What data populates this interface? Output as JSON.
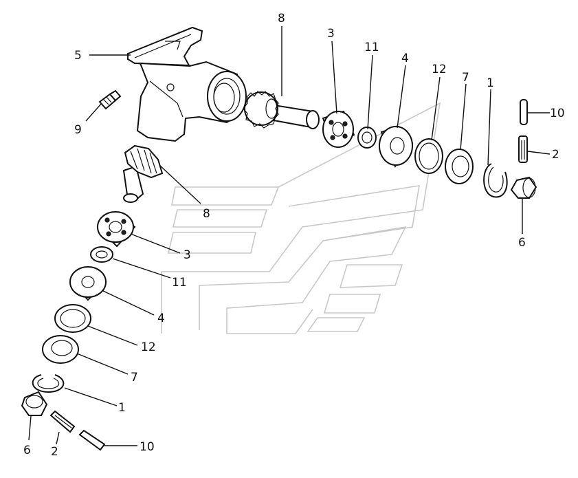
{
  "diagram": {
    "labels": {
      "p5": "5",
      "p9": "9",
      "p8_top": "8",
      "p3_top": "3",
      "p11_top": "11",
      "p4_top": "4",
      "p12_top": "12",
      "p7_top": "7",
      "p1_top": "1",
      "p10_top": "10",
      "p2_top": "2",
      "p6_top": "6",
      "p8_left": "8",
      "p3_left": "3",
      "p11_left": "11",
      "p4_left": "4",
      "p12_left": "12",
      "p7_left": "7",
      "p1_left": "1",
      "p6_bottom": "6",
      "p2_bottom": "2",
      "p10_bottom": "10"
    }
  }
}
